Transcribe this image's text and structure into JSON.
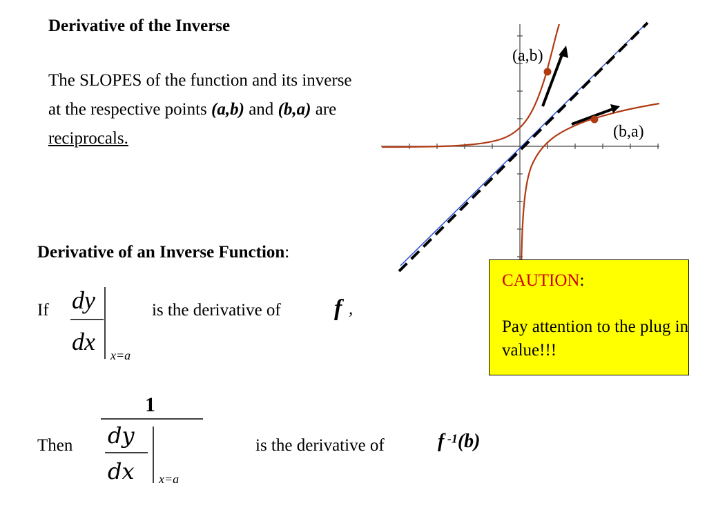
{
  "title": "Derivative of the Inverse",
  "intro": {
    "text1": "The SLOPES of the function and its inverse at the respective points ",
    "point_ab": "(a,b)",
    "and": " and ",
    "point_ba": "(b,a)",
    "are": " are ",
    "reciprocals": "reciprocals."
  },
  "section_heading": "Derivative of an Inverse Function",
  "section_colon": ":",
  "if_line": {
    "if_label": "If",
    "numerator": "dy",
    "denominator": "dx",
    "subscript": "x=a",
    "text": "is the derivative of",
    "fn": "f",
    "comma": ","
  },
  "then_line": {
    "then_label": "Then",
    "one": "1",
    "numerator": "dy",
    "denominator": "dx",
    "subscript": "x=a",
    "text": "is the derivative of",
    "fn": "f",
    "exp": " -1",
    "arg": "(b)"
  },
  "caution": {
    "title": "CAUTION",
    "colon": ":",
    "body": "Pay attention to the plug in value!!!",
    "bg_color": "#ffff00",
    "title_color": "#cc0000"
  },
  "graph": {
    "label_ab": "(a,b)",
    "label_ba": "(b,a)",
    "curve_color": "#b03a12",
    "dot_color": "#b03a12",
    "line_color": "#2a4fd0"
  }
}
